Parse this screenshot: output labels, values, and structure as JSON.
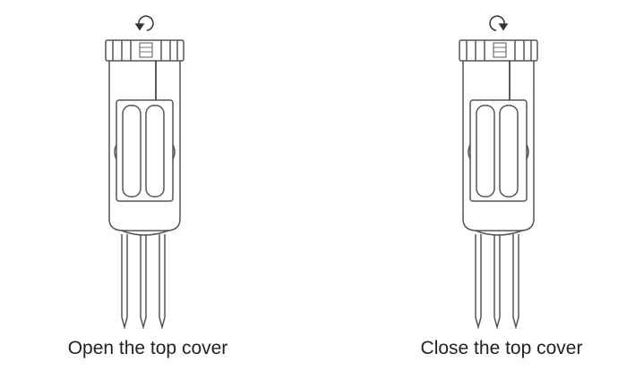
{
  "steps": [
    {
      "label": "Open the top cover",
      "rotation": "counterclockwise"
    },
    {
      "label": "Close the top cover",
      "rotation": "clockwise"
    }
  ],
  "colors": {
    "line": "#444444"
  }
}
